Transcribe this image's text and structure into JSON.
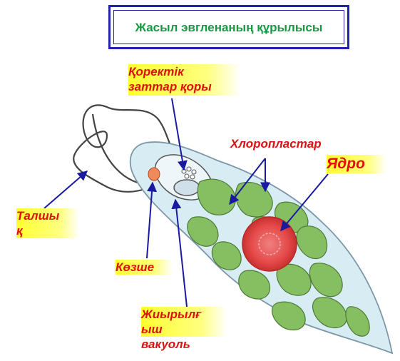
{
  "title": "Жасыл эвгленаның құрылысы",
  "labels": {
    "food_store_line1": "Қоректік",
    "food_store_line2": "заттар қоры",
    "chloroplasts": "Хлоропластар",
    "nucleus": "Ядро",
    "flagellum_line1": "Талшы",
    "flagellum_line2": "қ",
    "eyespot": "Көзше",
    "vacuole_line1": "Жиырылғ",
    "vacuole_line2": "ыш",
    "vacuole_line3": "вакуоль"
  },
  "colors": {
    "label_text": "#e01010",
    "title_text": "#179a44",
    "frame": "#2222aa",
    "arrow": "#1a1aa0",
    "cell_fill": "#d8ecf4",
    "chloroplast": "#86bf62",
    "nucleus": "#e44848",
    "highlight": "#ffff30"
  }
}
